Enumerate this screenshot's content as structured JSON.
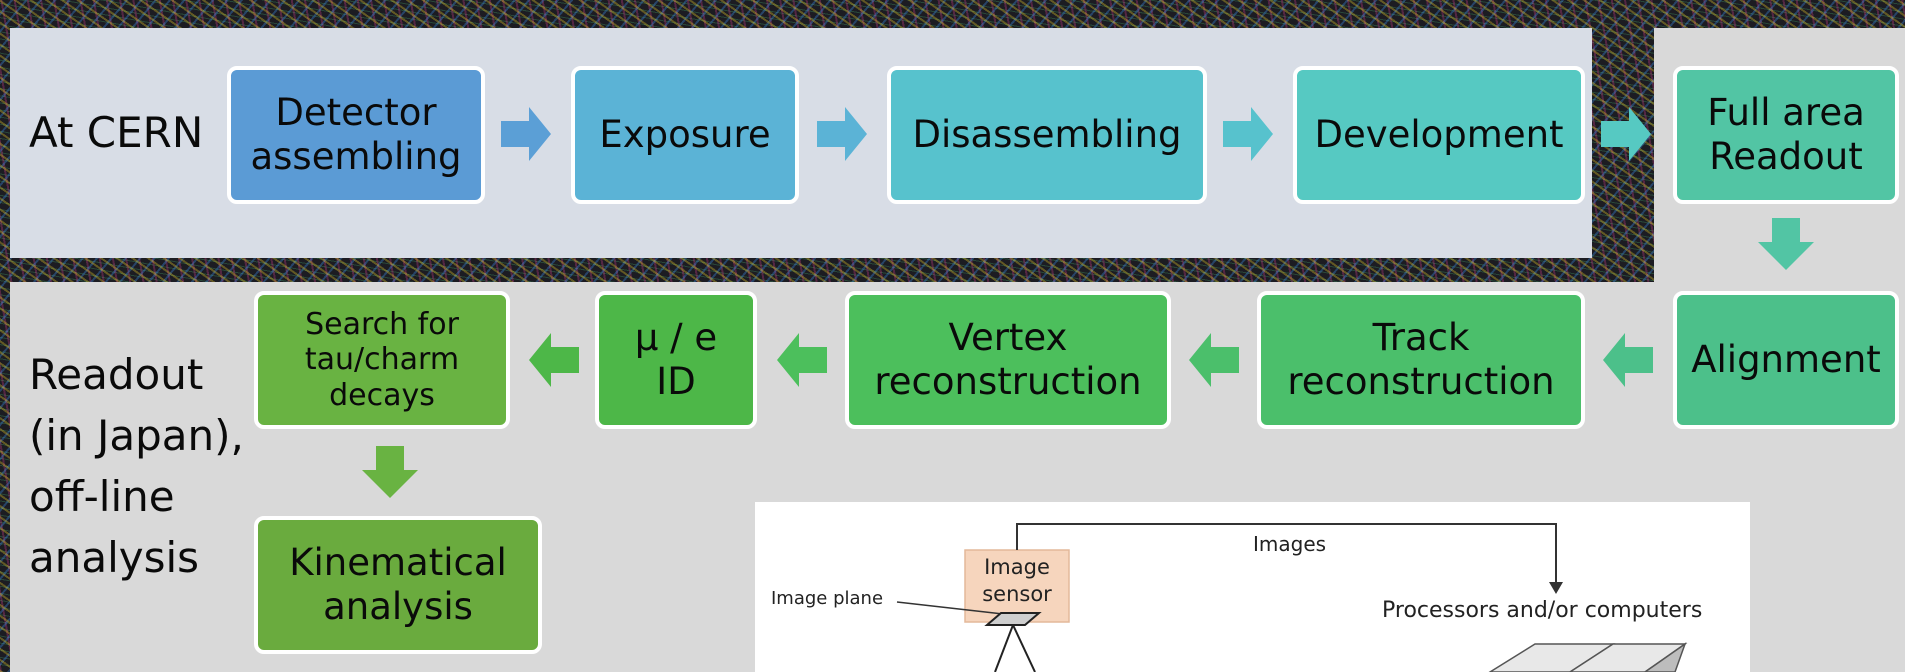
{
  "rows": {
    "cern": {
      "label": "At CERN",
      "steps": [
        "Detector\nassembling",
        "Exposure",
        "Disassembling",
        "Development",
        "Full area\nReadout"
      ]
    },
    "japan": {
      "label": "Readout\n(in Japan),\noff-line\nanalysis",
      "steps": [
        "Alignment",
        "Track\nreconstruction",
        "Vertex\nreconstruction",
        "μ / e\nID",
        "Search for\ntau/charm\ndecays",
        "Kinematical\nanalysis"
      ]
    }
  },
  "figure": {
    "images_label": "Images",
    "sensor_label": "Image\nsensor",
    "plane_label": "Image plane",
    "processors_label": "Processors and/or computers"
  },
  "colors": {
    "detector": "#5b9bd5",
    "exposure": "#5bb3d6",
    "disassembling": "#57c2cd",
    "development": "#56c9c2",
    "readout": "#52c5a4",
    "alignment": "#4cc08a",
    "track": "#4bbf6b",
    "vertex": "#4cbf5c",
    "muon": "#4db748",
    "search": "#69b342",
    "kinematical": "#6aab3e"
  }
}
